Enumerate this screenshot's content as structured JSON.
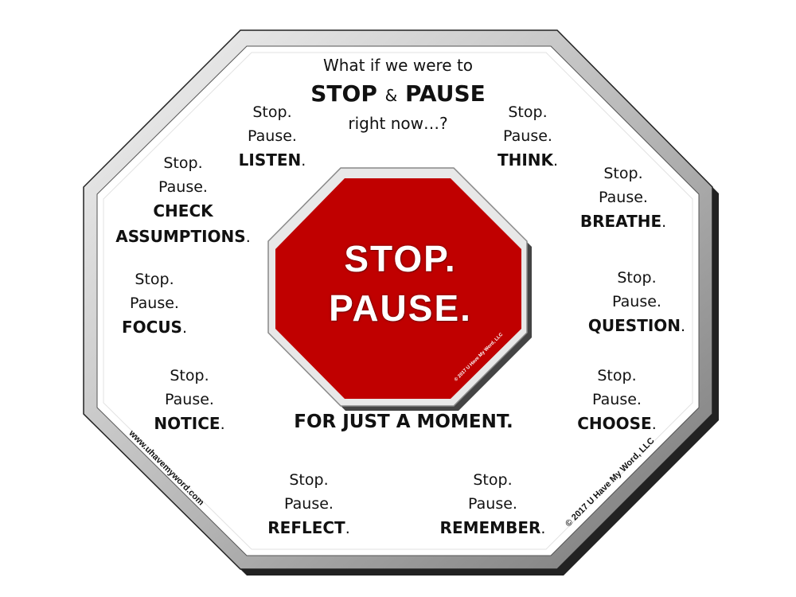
{
  "intro": {
    "line1": "What if we were to",
    "stop": "STOP",
    "amp": "&",
    "pause": "PAUSE",
    "line3": "right now…?"
  },
  "sign": {
    "line1": "STOP.",
    "line2": "PAUSE.",
    "copyright_small": "© 2017 U Have My Word, LLC",
    "red": "#c00000"
  },
  "groups": [
    {
      "stop": "Stop.",
      "pause": "Pause.",
      "word": "LISTEN",
      "period": "."
    },
    {
      "stop": "Stop.",
      "pause": "Pause.",
      "word": "THINK",
      "period": "."
    },
    {
      "stop": "Stop.",
      "pause": "Pause.",
      "word": "CHECK",
      "word2": "ASSUMPTIONS",
      "period": "."
    },
    {
      "stop": "Stop.",
      "pause": "Pause.",
      "word": "BREATHE",
      "period": "."
    },
    {
      "stop": "Stop.",
      "pause": "Pause.",
      "word": "FOCUS",
      "period": "."
    },
    {
      "stop": "Stop.",
      "pause": "Pause.",
      "word": "QUESTION",
      "period": "."
    },
    {
      "stop": "Stop.",
      "pause": "Pause.",
      "word": "NOTICE",
      "period": "."
    },
    {
      "stop": "Stop.",
      "pause": "Pause.",
      "word": "CHOOSE",
      "period": "."
    },
    {
      "stop": "Stop.",
      "pause": "Pause.",
      "word": "REFLECT",
      "period": "."
    },
    {
      "stop": "Stop.",
      "pause": "Pause.",
      "word": "REMEMBER",
      "period": "."
    }
  ],
  "moment": "FOR JUST A MOMENT.",
  "website": "www.uhavemyword.com",
  "copyright": "© 2017 U Have My Word, LLC"
}
